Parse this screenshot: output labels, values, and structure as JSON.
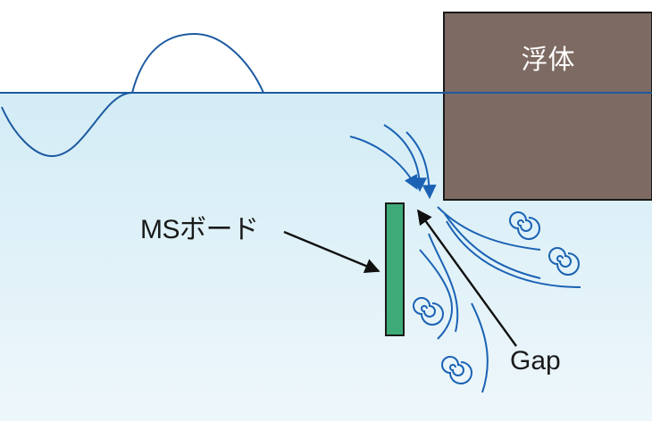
{
  "labels": {
    "floating_body": "浮体",
    "ms_board": "MSボード",
    "gap": "Gap"
  },
  "colors": {
    "water_top": "#d3ecf6",
    "water_bottom": "#eef7fb",
    "waterline": "#1d5aa0",
    "wave": "#1d5aa0",
    "flow_arrows": "#1b62b4",
    "vortex": "#1b62b4",
    "floating_body_fill": "#7d6a62",
    "floating_body_stroke": "#1a1a1a",
    "ms_board_fill": "#3daa77",
    "ms_board_stroke": "#1a1a1a",
    "pointer_arrows": "#111111"
  }
}
